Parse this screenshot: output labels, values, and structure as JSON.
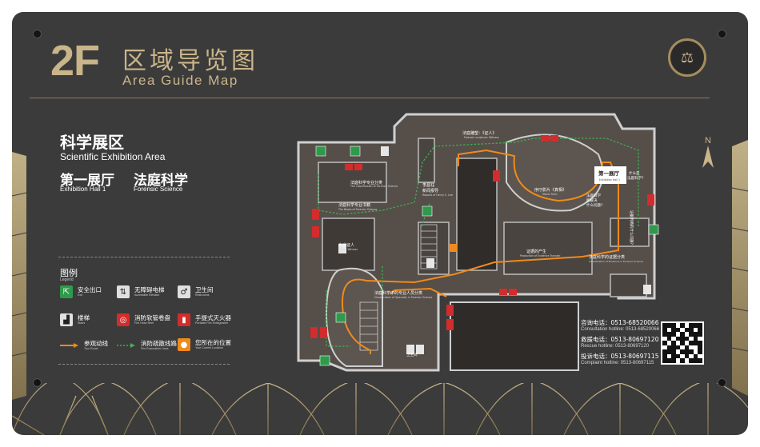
{
  "header": {
    "floor": "2F",
    "title_cn": "区域导览图",
    "title_en": "Area Guide Map",
    "emblem": "scales-of-justice-emblem"
  },
  "area": {
    "name_cn": "科学展区",
    "name_en": "Scientific Exhibition Area",
    "hall_cn": "第一展厅",
    "hall_en": "Exhibition Hall 1",
    "topic_cn": "法庭科学",
    "topic_en": "Forensic Science"
  },
  "legend": {
    "title_cn": "图例",
    "title_en": "Legend",
    "items": [
      {
        "cn": "安全出口",
        "en": "Exit",
        "icon": "exit-icon",
        "color": "#2f9a4c"
      },
      {
        "cn": "无障碍电梯",
        "en": "Accessible Elevator",
        "icon": "elevator-icon",
        "color": "#d9d9d9"
      },
      {
        "cn": "卫生间",
        "en": "Restrooms",
        "icon": "restroom-icon",
        "color": "#d9d9d9"
      },
      {
        "cn": "楼梯",
        "en": "Stairs",
        "icon": "stairs-icon",
        "color": "#d9d9d9"
      },
      {
        "cn": "消防软管卷盘",
        "en": "Fire Hose Reel",
        "icon": "fire-hose-icon",
        "color": "#d32c2c"
      },
      {
        "cn": "手提式灭火器",
        "en": "Portable Fire Extinguisher",
        "icon": "extinguisher-icon",
        "color": "#d32c2c"
      },
      {
        "cn": "参观动线",
        "en": "Tour Route",
        "icon": "tour-route-line",
        "color": "#f08a1c"
      },
      {
        "cn": "消防疏散线路",
        "en": "Fire Evacuation Lines",
        "icon": "evacuation-line",
        "color": "#3fae55"
      },
      {
        "cn": "您所在的位置",
        "en": "Your Current Location",
        "icon": "location-icon",
        "color": "#f08a1c"
      }
    ]
  },
  "map_labels": {
    "statue": "法庭雕塑：《证人》",
    "statue_en": "Forensic sculpture: Witness",
    "lee": "李昌钰\n新闻报导",
    "lee_en": "Reports of Henry C. Lee",
    "film": "序厅影片《真相》",
    "film_en": "Movie Truth",
    "hall1": "第一展厅",
    "hall1_en": "Exhibition Hall 1",
    "what_q": "什么是\n法庭科学?",
    "what_q_en": "What is Forensic Science?",
    "problems": "法庭科学\n能解决\n什么问题?",
    "problems_en": "What Problems can Forensic Science Solve?",
    "guide_cn": "法庭科学专业分类",
    "guide_en": "The classification of Forensic Science",
    "books": "法庭科学专业书籍",
    "books_en": "The Books of Forensic Science",
    "expert": "专家证人",
    "expert_en": "Expert Witness",
    "evidence": "证据的产生",
    "evidence_en": "Production of Evidence Transfer",
    "identify": "法庭科学的证据分类",
    "identify_en": "Classification of Evidence in Forensic Science",
    "classif": "法庭科学中的专业人员分类",
    "classif_en": "Classification of Specialty in Forensic Science",
    "vert": "证据判断的什么问题?"
  },
  "compass": {
    "label": "N"
  },
  "contacts": [
    {
      "cn": "咨询电话：0513-68520066",
      "en": "Consultation hotline: 0513-68520066"
    },
    {
      "cn": "救援电话：0513-80697120",
      "en": "Rescue hotline: 0513-80697120"
    },
    {
      "cn": "投诉电话：0513-80697115",
      "en": "Complaint hotline: 0513-80697115"
    }
  ],
  "colors": {
    "board": "#3c3b3b",
    "gold": "#c9b58a",
    "tour_route": "#f08a1c",
    "evacuation": "#3fae55",
    "map_floor": "#5a534e",
    "wall": "#cfcfcf"
  }
}
